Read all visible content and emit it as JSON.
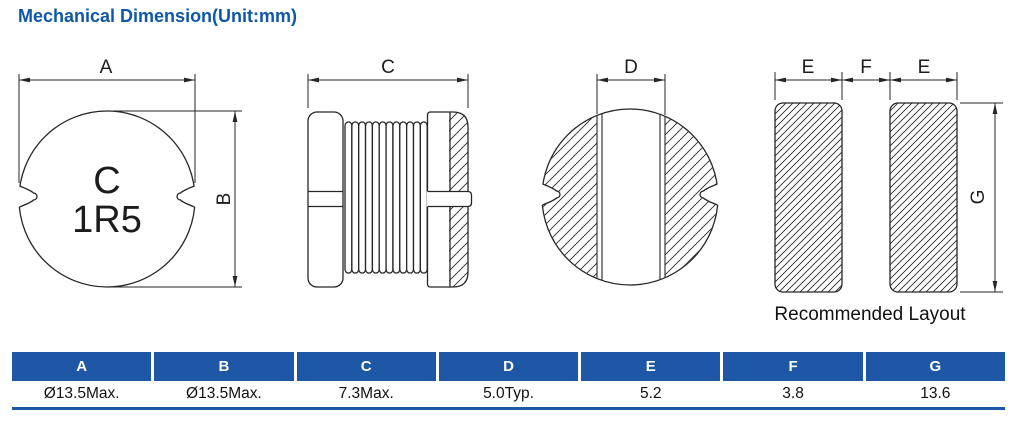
{
  "title": "Mechanical Dimension(Unit:mm)",
  "colors": {
    "accent": "#1d57a5",
    "line": "#262626"
  },
  "figures": {
    "top_view": {
      "dim_width": "A",
      "dim_height": "B",
      "marking_line1": "C",
      "marking_line2": "1R5"
    },
    "side_view": {
      "dim_width": "C"
    },
    "back_view": {
      "dim_core": "D"
    },
    "layout": {
      "dim_pad_left": "E",
      "dim_gap": "F",
      "dim_pad_right": "E",
      "dim_height": "G",
      "caption": "Recommended Layout"
    }
  },
  "table": {
    "headers": [
      "A",
      "B",
      "C",
      "D",
      "E",
      "F",
      "G"
    ],
    "values": [
      "Ø13.5Max.",
      "Ø13.5Max.",
      "7.3Max.",
      "5.0Typ.",
      "5.2",
      "3.8",
      "13.6"
    ]
  }
}
